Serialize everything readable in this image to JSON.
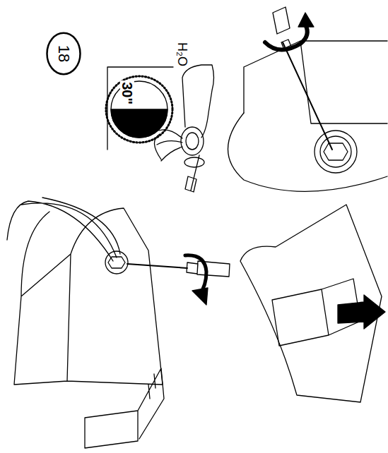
{
  "diagram": {
    "nodes": [
      {
        "text": [
          "18"
        ]
      }
    ],
    "labels": [
      "30\"",
      "H₂O"
    ]
  }
}
